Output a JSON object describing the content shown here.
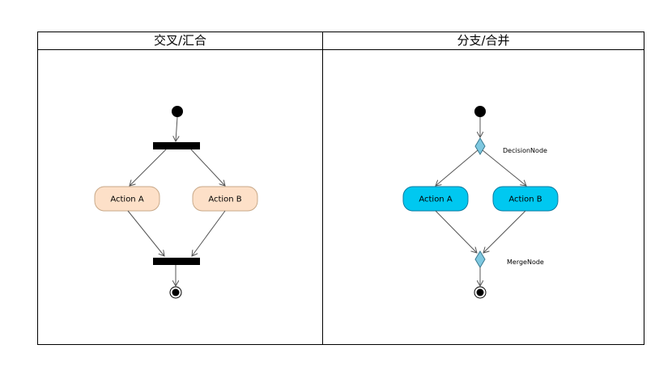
{
  "panels": {
    "left": {
      "title": "交叉/汇合",
      "action_a": "Action A",
      "action_b": "Action B"
    },
    "right": {
      "title": "分支/合并",
      "action_a": "Action A",
      "action_b": "Action B",
      "decision_label": "DecisionNode",
      "merge_label": "MergeNode"
    }
  },
  "colors": {
    "left_action_fill": "#fde0c8",
    "left_action_stroke": "#c8a888",
    "right_action_fill": "#00c8f0",
    "right_action_stroke": "#0a7aa0",
    "diamond_fill": "#7ec8e0",
    "line": "#555555"
  }
}
